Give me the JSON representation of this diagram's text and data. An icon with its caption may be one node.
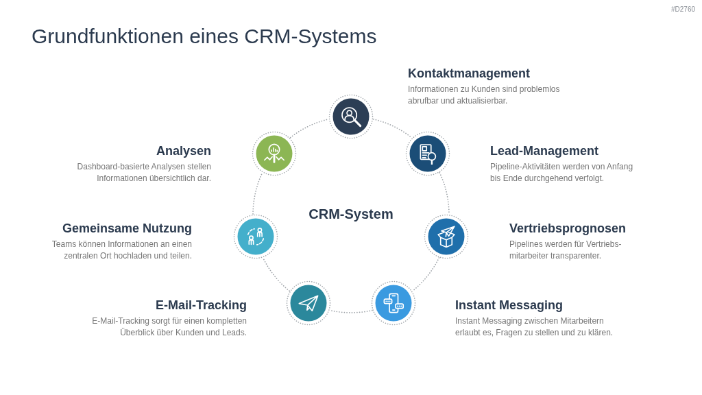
{
  "diagram": {
    "title": "Grundfunktionen eines CRM-Systems",
    "nodes": [
      {
        "text": [],
        "shape": "circle",
        "beside": [
          "Kontaktmanagement",
          "Informationen zu Kunden sind problemlos abrufbar und aktualisierbar."
        ]
      },
      {
        "text": [],
        "shape": "circle",
        "beside": [
          "Lead-Management",
          "Pipeline-Aktivitäten werden von Anfang bis Ende durchgehend verfolgt."
        ]
      },
      {
        "text": [],
        "shape": "circle",
        "beside": [
          "Vertriebsprognosen",
          "Pipelines werden für Vertriebs- mitarbeiter transparenter."
        ]
      },
      {
        "text": [],
        "shape": "circle",
        "beside": [
          "Instant Messaging",
          "Instant Messaging zwischen Mitarbeitern erlaubt es, Fragen zu stellen und zu klären."
        ]
      },
      {
        "text": [],
        "shape": "circle",
        "beside": [
          "E-Mail-Tracking",
          "E-Mail-Tracking sorgt für einen kompletten Überblick über Kunden und Leads."
        ]
      },
      {
        "text": [],
        "shape": "circle",
        "beside": [
          "Gemeinsame Nutzung",
          "Teams können Informationen an einen zentralen Ort hochladen und teilen."
        ]
      },
      {
        "text": [],
        "shape": "circle",
        "beside": [
          "Analysen",
          "Dashboard-basierte Analysen stellen Informationen übersichtlich dar."
        ]
      }
    ],
    "edges": [
      {
        "from": 0,
        "to": 1,
        "arrow": "none",
        "style": "dashed"
      },
      {
        "from": 1,
        "to": 2,
        "arrow": "none",
        "style": "dashed"
      },
      {
        "from": 2,
        "to": 3,
        "arrow": "none",
        "style": "dashed"
      },
      {
        "from": 3,
        "to": 4,
        "arrow": "none",
        "style": "dashed"
      },
      {
        "from": 4,
        "to": 5,
        "arrow": "none",
        "style": "dashed"
      },
      {
        "from": 5,
        "to": 6,
        "arrow": "none",
        "style": "dashed"
      },
      {
        "from": 6,
        "to": 0,
        "arrow": "none",
        "style": "dashed"
      }
    ],
    "labels": [
      "#D2760",
      "CRM-System"
    ]
  }
}
